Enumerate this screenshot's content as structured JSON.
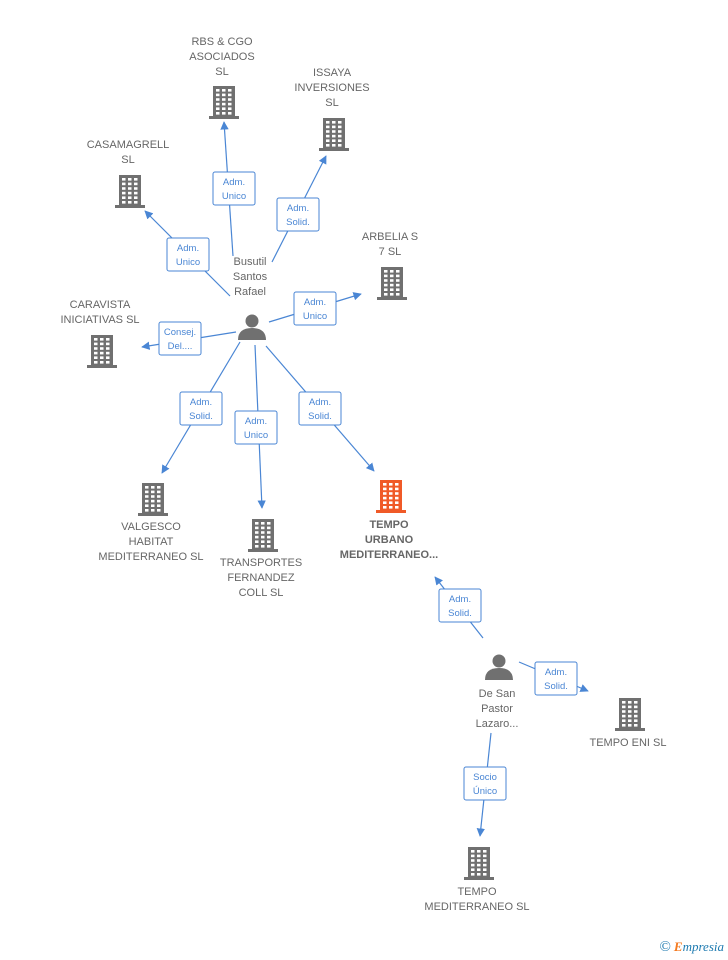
{
  "colors": {
    "edge": "#4a86d4",
    "building": "#707070",
    "building_focus": "#f05a28",
    "person": "#707070",
    "text": "#666666"
  },
  "persons": [
    {
      "id": "p1",
      "lines": [
        "Busutil",
        "Santos",
        "Rafael"
      ],
      "icon": "person-icon"
    },
    {
      "id": "p2",
      "lines": [
        "De San",
        "Pastor",
        "Lazaro..."
      ],
      "icon": "person-icon"
    }
  ],
  "companies": [
    {
      "id": "rbs",
      "lines": [
        "RBS & CGO",
        "ASOCIADOS",
        "SL"
      ],
      "focus": false
    },
    {
      "id": "issaya",
      "lines": [
        "ISSAYA",
        "INVERSIONES",
        "SL"
      ],
      "focus": false
    },
    {
      "id": "casamagrell",
      "lines": [
        "CASAMAGRELL",
        "SL"
      ],
      "focus": false
    },
    {
      "id": "arbelia",
      "lines": [
        "ARBELIA S",
        "7 SL"
      ],
      "focus": false
    },
    {
      "id": "caravista",
      "lines": [
        "CARAVISTA",
        "INICIATIVAS SL"
      ],
      "focus": false
    },
    {
      "id": "valgesco",
      "lines": [
        "VALGESCO",
        "HABITAT",
        "MEDITERRANEO SL"
      ],
      "focus": false
    },
    {
      "id": "transportes",
      "lines": [
        "TRANSPORTES",
        "FERNANDEZ",
        "COLL  SL"
      ],
      "focus": false
    },
    {
      "id": "tempourbano",
      "lines": [
        "TEMPO",
        "URBANO",
        "MEDITERRANEO..."
      ],
      "focus": true
    },
    {
      "id": "tempoeni",
      "lines": [
        "TEMPO ENI SL"
      ],
      "focus": false
    },
    {
      "id": "tempomed",
      "lines": [
        "TEMPO",
        "MEDITERRANEO SL"
      ],
      "focus": false
    }
  ],
  "edges": [
    {
      "from": "p1",
      "to": "rbs",
      "label": [
        "Adm.",
        "Unico"
      ]
    },
    {
      "from": "p1",
      "to": "issaya",
      "label": [
        "Adm.",
        "Solid."
      ]
    },
    {
      "from": "p1",
      "to": "casamagrell",
      "label": [
        "Adm.",
        "Unico"
      ]
    },
    {
      "from": "p1",
      "to": "arbelia",
      "label": [
        "Adm.",
        "Unico"
      ]
    },
    {
      "from": "p1",
      "to": "caravista",
      "label": [
        "Consej.",
        "Del...."
      ]
    },
    {
      "from": "p1",
      "to": "valgesco",
      "label": [
        "Adm.",
        "Solid."
      ]
    },
    {
      "from": "p1",
      "to": "transportes",
      "label": [
        "Adm.",
        "Unico"
      ]
    },
    {
      "from": "p1",
      "to": "tempourbano",
      "label": [
        "Adm.",
        "Solid."
      ]
    },
    {
      "from": "p2",
      "to": "tempourbano",
      "label": [
        "Adm.",
        "Solid."
      ]
    },
    {
      "from": "p2",
      "to": "tempoeni",
      "label": [
        "Adm.",
        "Solid."
      ]
    },
    {
      "from": "p2",
      "to": "tempomed",
      "label": [
        "Socio",
        "Único"
      ]
    }
  ],
  "footer": {
    "copyright_symbol": "©",
    "brand_first": "E",
    "brand_rest": "mpresia"
  }
}
